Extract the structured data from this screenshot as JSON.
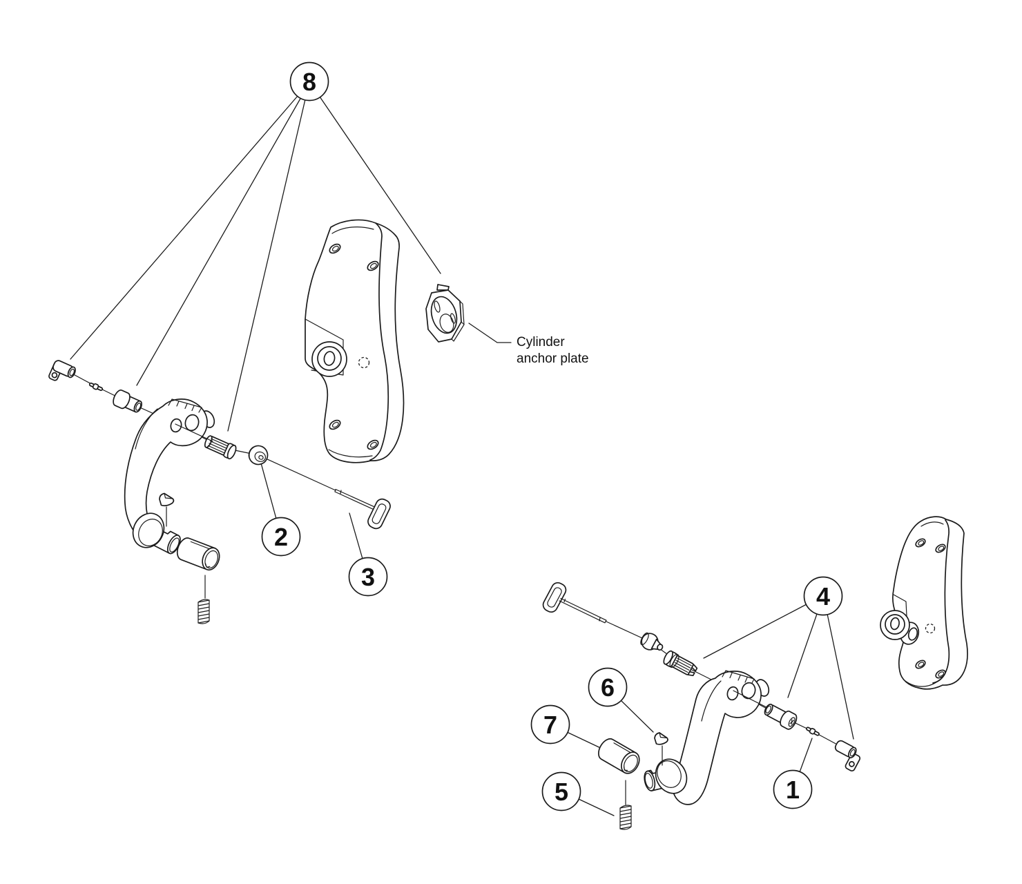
{
  "diagram": {
    "type": "exploded-parts-diagram",
    "colors": {
      "background": "#ffffff",
      "ink": "#1b1b1b"
    },
    "callouts": {
      "n1": "1",
      "n2": "2",
      "n3": "3",
      "n4": "4",
      "n5": "5",
      "n6": "6",
      "n7": "7",
      "n8": "8"
    },
    "label": {
      "line1": "Cylinder",
      "line2": "anchor plate"
    }
  }
}
